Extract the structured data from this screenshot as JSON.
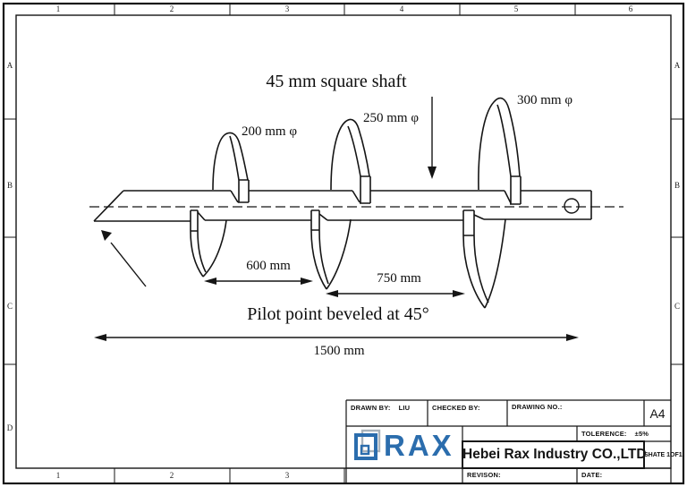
{
  "sheet": {
    "zones_top": [
      "1",
      "2",
      "3",
      "4",
      "5",
      "6"
    ],
    "zones_bottom": [
      "1",
      "2",
      "3"
    ],
    "zones_left": [
      "A",
      "B",
      "C",
      "D"
    ],
    "zones_right": [
      "A",
      "B",
      "C"
    ]
  },
  "drawing": {
    "shaft_note": "45 mm square shaft",
    "flight_small_label": "200 mm φ",
    "flight_mid_label": "250 mm φ",
    "flight_large_label": "300 mm φ",
    "dim_spacing_1": "600 mm",
    "dim_spacing_2": "750 mm",
    "dim_total": "1500 mm",
    "pilot_note": "Pilot point beveled at 45°"
  },
  "title_block": {
    "drawn_by_label": "DRAWN BY:",
    "drawn_by_value": "LIU",
    "checked_by_label": "CHECKED BY:",
    "drawing_no_label": "DRAWING NO.:",
    "paper_size": "A4",
    "tolerance_label": "TOLERENCE:",
    "tolerance_value": "±5%",
    "company": "Hebei Rax Industry CO.,LTD",
    "sheet_no": "SHATE 1OF1",
    "revision_label": "REVISON:",
    "date_label": "DATE:",
    "logo_text": "RAX",
    "logo_color": "#2b6dad"
  }
}
